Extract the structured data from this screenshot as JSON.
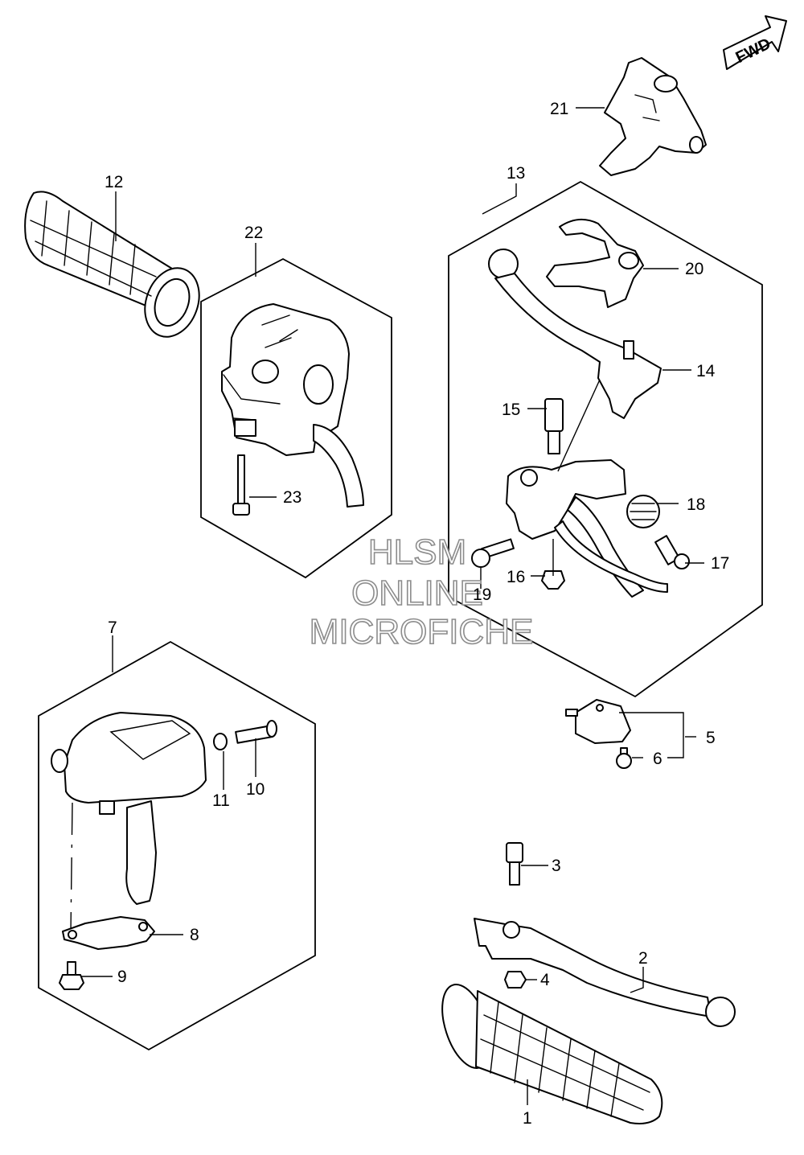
{
  "fwd_label": "FWD",
  "watermark": {
    "line1": "HLSM",
    "line2": "ONLINE",
    "line3": "MICROFICHE"
  },
  "callouts": {
    "c1": "1",
    "c2": "2",
    "c3": "3",
    "c4": "4",
    "c5": "5",
    "c6": "6",
    "c7": "7",
    "c8": "8",
    "c9": "9",
    "c10": "10",
    "c11": "11",
    "c12": "12",
    "c13": "13",
    "c14": "14",
    "c15": "15",
    "c16": "16",
    "c17": "17",
    "c18": "18",
    "c19": "19",
    "c20": "20",
    "c21": "21",
    "c22": "22",
    "c23": "23"
  }
}
